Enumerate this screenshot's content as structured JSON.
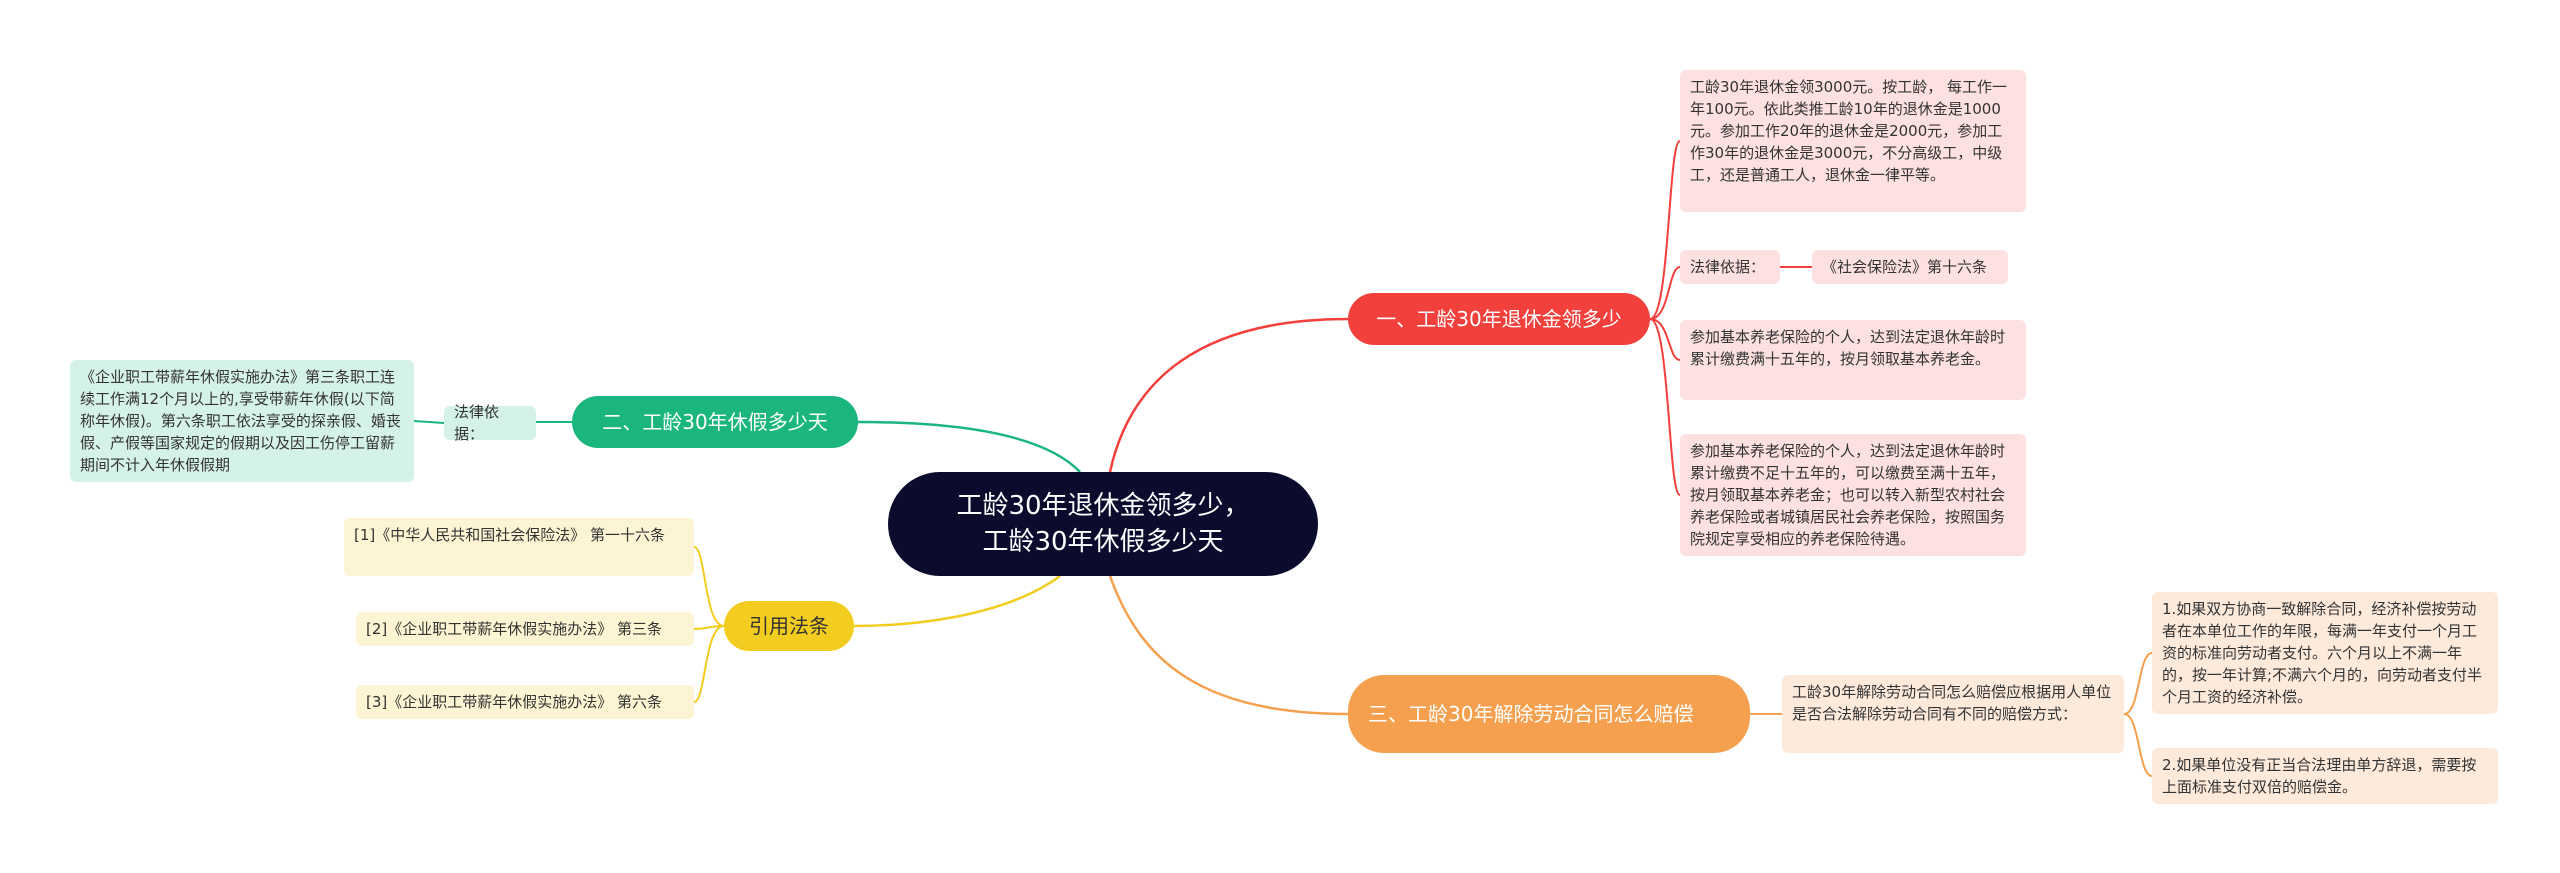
{
  "root": {
    "line1": "工龄30年退休金领多少，",
    "line2": "工龄30年休假多少天"
  },
  "branches": {
    "one": "一、工龄30年退休金领多少",
    "two": "二、工龄30年休假多少天",
    "cite": "引用法条",
    "three": "三、工龄30年解除劳动合同怎么赔偿"
  },
  "leaves": {
    "one_a": "工龄30年退休金领3000元。按工龄，   每工作一年100元。依此类推工龄10年的退休金是1000元。参加工作20年的退休金是2000元，参加工作30年的退休金是3000元，不分高级工，中级工，还是普通工人，退休金一律平等。",
    "one_law_label": "法律依据：",
    "one_law_text": "《社会保险法》第十六条",
    "one_b": "参加基本养老保险的个人，达到法定退休年龄时累计缴费满十五年的，按月领取基本养老金。",
    "one_c": "参加基本养老保险的个人，达到法定退休年龄时累计缴费不足十五年的，可以缴费至满十五年，按月领取基本养老金；也可以转入新型农村社会养老保险或者城镇居民社会养老保险，按照国务院规定享受相应的养老保险待遇。",
    "two_law_label": "法律依据：",
    "two_law_text": "《企业职工带薪年休假实施办法》第三条职工连续工作满12个月以上的,享受带薪年休假(以下简称年休假)。第六条职工依法享受的探亲假、婚丧假、产假等国家规定的假期以及因工伤停工留薪期间不计入年休假假期",
    "cite_1": "[1]《中华人民共和国社会保险法》 第一十六条",
    "cite_2": "[2]《企业职工带薪年休假实施办法》 第三条",
    "cite_3": "[3]《企业职工带薪年休假实施办法》 第六条",
    "three_a": "工龄30年解除劳动合同怎么赔偿应根据用人单位是否合法解除劳动合同有不同的赔偿方式：",
    "three_b": "1.如果双方协商一致解除合同，经济补偿按劳动者在本单位工作的年限，每满一年支付一个月工资的标准向劳动者支付。六个月以上不满一年的，按一年计算;不满六个月的，向劳动者支付半个月工资的经济补偿。",
    "three_c": "2.如果单位没有正当合法理由单方辞退，需要按上面标准支付双倍的赔偿金。"
  },
  "colors": {
    "root": "#0b0b2e",
    "branch_one": "#f2403d",
    "branch_two": "#1ab67e",
    "branch_cite": "#f2cc1f",
    "branch_three": "#f5a04e"
  }
}
